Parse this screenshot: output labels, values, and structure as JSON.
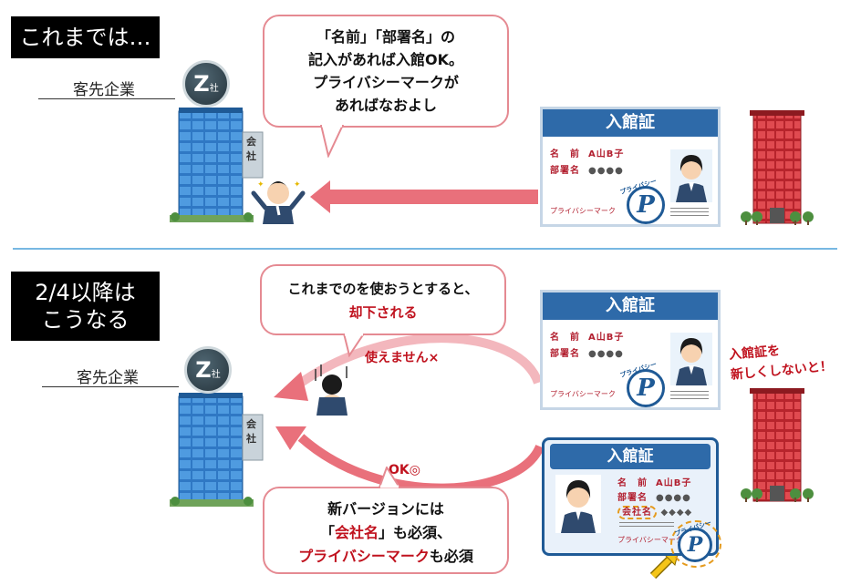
{
  "colors": {
    "arrow": "#e9707b",
    "accent_red": "#c0121e",
    "card_header": "#2e6aa9",
    "building_blue": "#3a86cf",
    "divider": "#4aa0d8"
  },
  "top": {
    "label": "これまでは…",
    "client_label": "客先企業",
    "badge_letter": "Z",
    "badge_suffix": "社",
    "building_sign_1": "会",
    "building_sign_2": "社",
    "bubble_lines": [
      "「名前」「部署名」の",
      "記入があれば入館OK。",
      "プライバシーマークが",
      "あればなおよし"
    ],
    "card": {
      "title": "入館証",
      "name_label": "名　前",
      "name_value": "A山B子",
      "dept_label": "部署名",
      "dept_value": "●●●●",
      "mark_label": "プライバシーマーク",
      "p_text": "プライバシー",
      "p_letter": "P"
    }
  },
  "bottom": {
    "label_line1": "2/4以降は",
    "label_line2": "こうなる",
    "client_label": "客先企業",
    "badge_letter": "Z",
    "badge_suffix": "社",
    "building_sign_1": "会",
    "building_sign_2": "社",
    "bubble_top_line1": "これまでのを使おうとすると、",
    "bubble_top_line2": "却下される",
    "rejected_label": "使えません×",
    "ok_label": "OK◎",
    "bubble_bottom_line1": "新バージョンには",
    "bubble_bottom_line2_pre": "「",
    "bubble_bottom_line2_red": "会社名",
    "bubble_bottom_line2_post": "」も必須、",
    "bubble_bottom_line3_red": "プライバシーマーク",
    "bubble_bottom_line3_post": "も必須",
    "side_note_line1": "入館証を",
    "side_note_line2": "新しくしないと！",
    "old_card": {
      "title": "入館証",
      "name_label": "名　前",
      "name_value": "A山B子",
      "dept_label": "部署名",
      "dept_value": "●●●●",
      "mark_label": "プライバシーマーク",
      "p_text": "プライバシー",
      "p_letter": "P"
    },
    "new_card": {
      "title": "入館証",
      "name_label": "名　前",
      "name_value": "A山B子",
      "dept_label": "部署名",
      "dept_value": "●●●●",
      "company_label": "会社名",
      "company_value": "◆◆◆◆",
      "mark_label": "プライバシーマーク",
      "p_text": "プライバシー",
      "p_letter": "P"
    }
  }
}
